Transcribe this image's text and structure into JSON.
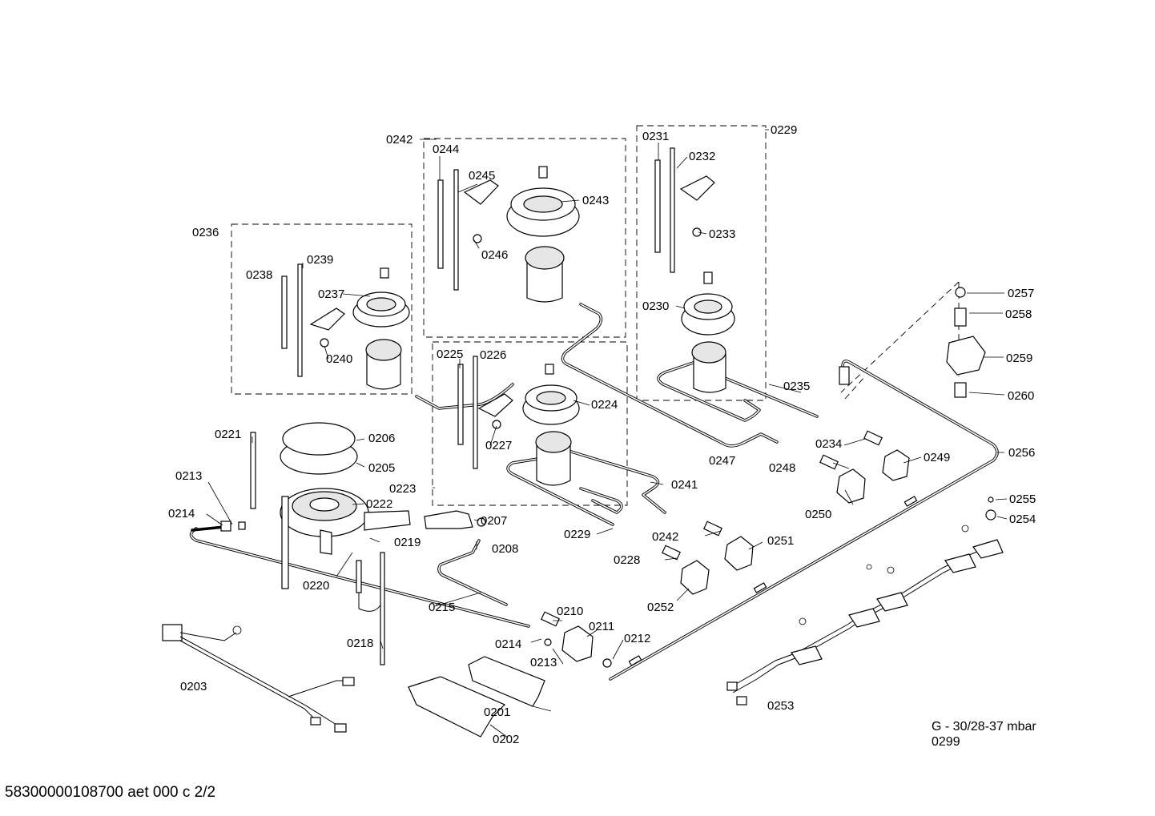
{
  "footer": {
    "document_id": "58300000108700 aet 000 c 2/2"
  },
  "gas_note": {
    "spec": "G - 30/28-37 mbar",
    "code": "0299"
  },
  "labels": [
    {
      "id": "l0201",
      "text": "0201"
    },
    {
      "id": "l0202",
      "text": "0202"
    },
    {
      "id": "l0203",
      "text": "0203"
    },
    {
      "id": "l0205",
      "text": "0205"
    },
    {
      "id": "l0206",
      "text": "0206"
    },
    {
      "id": "l0207",
      "text": "0207"
    },
    {
      "id": "l0208",
      "text": "0208"
    },
    {
      "id": "l0210",
      "text": "0210"
    },
    {
      "id": "l0211",
      "text": "0211"
    },
    {
      "id": "l0212",
      "text": "0212"
    },
    {
      "id": "l0213a",
      "text": "0213"
    },
    {
      "id": "l0213b",
      "text": "0213"
    },
    {
      "id": "l0214a",
      "text": "0214"
    },
    {
      "id": "l0214b",
      "text": "0214"
    },
    {
      "id": "l0215",
      "text": "0215"
    },
    {
      "id": "l0218",
      "text": "0218"
    },
    {
      "id": "l0219",
      "text": "0219"
    },
    {
      "id": "l0220",
      "text": "0220"
    },
    {
      "id": "l0221",
      "text": "0221"
    },
    {
      "id": "l0222",
      "text": "0222"
    },
    {
      "id": "l0223",
      "text": "0223"
    },
    {
      "id": "l0224",
      "text": "0224"
    },
    {
      "id": "l0225",
      "text": "0225"
    },
    {
      "id": "l0226",
      "text": "0226"
    },
    {
      "id": "l0227",
      "text": "0227"
    },
    {
      "id": "l0228",
      "text": "0228"
    },
    {
      "id": "l0229a",
      "text": "0229"
    },
    {
      "id": "l0229b",
      "text": "0229"
    },
    {
      "id": "l0230",
      "text": "0230"
    },
    {
      "id": "l0231",
      "text": "0231"
    },
    {
      "id": "l0232",
      "text": "0232"
    },
    {
      "id": "l0233",
      "text": "0233"
    },
    {
      "id": "l0234",
      "text": "0234"
    },
    {
      "id": "l0235",
      "text": "0235"
    },
    {
      "id": "l0236",
      "text": "0236"
    },
    {
      "id": "l0237",
      "text": "0237"
    },
    {
      "id": "l0238",
      "text": "0238"
    },
    {
      "id": "l0239",
      "text": "0239"
    },
    {
      "id": "l0240",
      "text": "0240"
    },
    {
      "id": "l0241",
      "text": "0241"
    },
    {
      "id": "l0242a",
      "text": "0242"
    },
    {
      "id": "l0242b",
      "text": "0242"
    },
    {
      "id": "l0243",
      "text": "0243"
    },
    {
      "id": "l0244",
      "text": "0244"
    },
    {
      "id": "l0245",
      "text": "0245"
    },
    {
      "id": "l0246",
      "text": "0246"
    },
    {
      "id": "l0247",
      "text": "0247"
    },
    {
      "id": "l0248",
      "text": "0248"
    },
    {
      "id": "l0249",
      "text": "0249"
    },
    {
      "id": "l0250",
      "text": "0250"
    },
    {
      "id": "l0251",
      "text": "0251"
    },
    {
      "id": "l0252",
      "text": "0252"
    },
    {
      "id": "l0253",
      "text": "0253"
    },
    {
      "id": "l0254",
      "text": "0254"
    },
    {
      "id": "l0255",
      "text": "0255"
    },
    {
      "id": "l0256",
      "text": "0256"
    },
    {
      "id": "l0257",
      "text": "0257"
    },
    {
      "id": "l0258",
      "text": "0258"
    },
    {
      "id": "l0259",
      "text": "0259"
    },
    {
      "id": "l0260",
      "text": "0260"
    }
  ]
}
